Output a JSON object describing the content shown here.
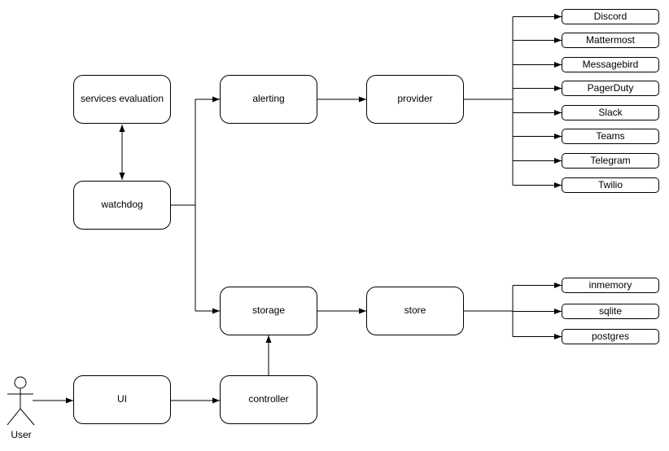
{
  "diagram": {
    "nodes": {
      "services_evaluation": {
        "label": "services evaluation"
      },
      "watchdog": {
        "label": "watchdog"
      },
      "alerting": {
        "label": "alerting"
      },
      "provider": {
        "label": "provider"
      },
      "storage": {
        "label": "storage"
      },
      "store": {
        "label": "store"
      },
      "ui": {
        "label": "UI"
      },
      "controller": {
        "label": "controller"
      }
    },
    "providers": [
      "Discord",
      "Mattermost",
      "Messagebird",
      "PagerDuty",
      "Slack",
      "Teams",
      "Telegram",
      "Twilio"
    ],
    "stores": [
      "inmemory",
      "sqlite",
      "postgres"
    ],
    "actor": {
      "label": "User"
    },
    "colors": {
      "stroke": "#000000",
      "node_fill": "#ffffff",
      "text": "#000000",
      "background": "#ffffff"
    }
  }
}
